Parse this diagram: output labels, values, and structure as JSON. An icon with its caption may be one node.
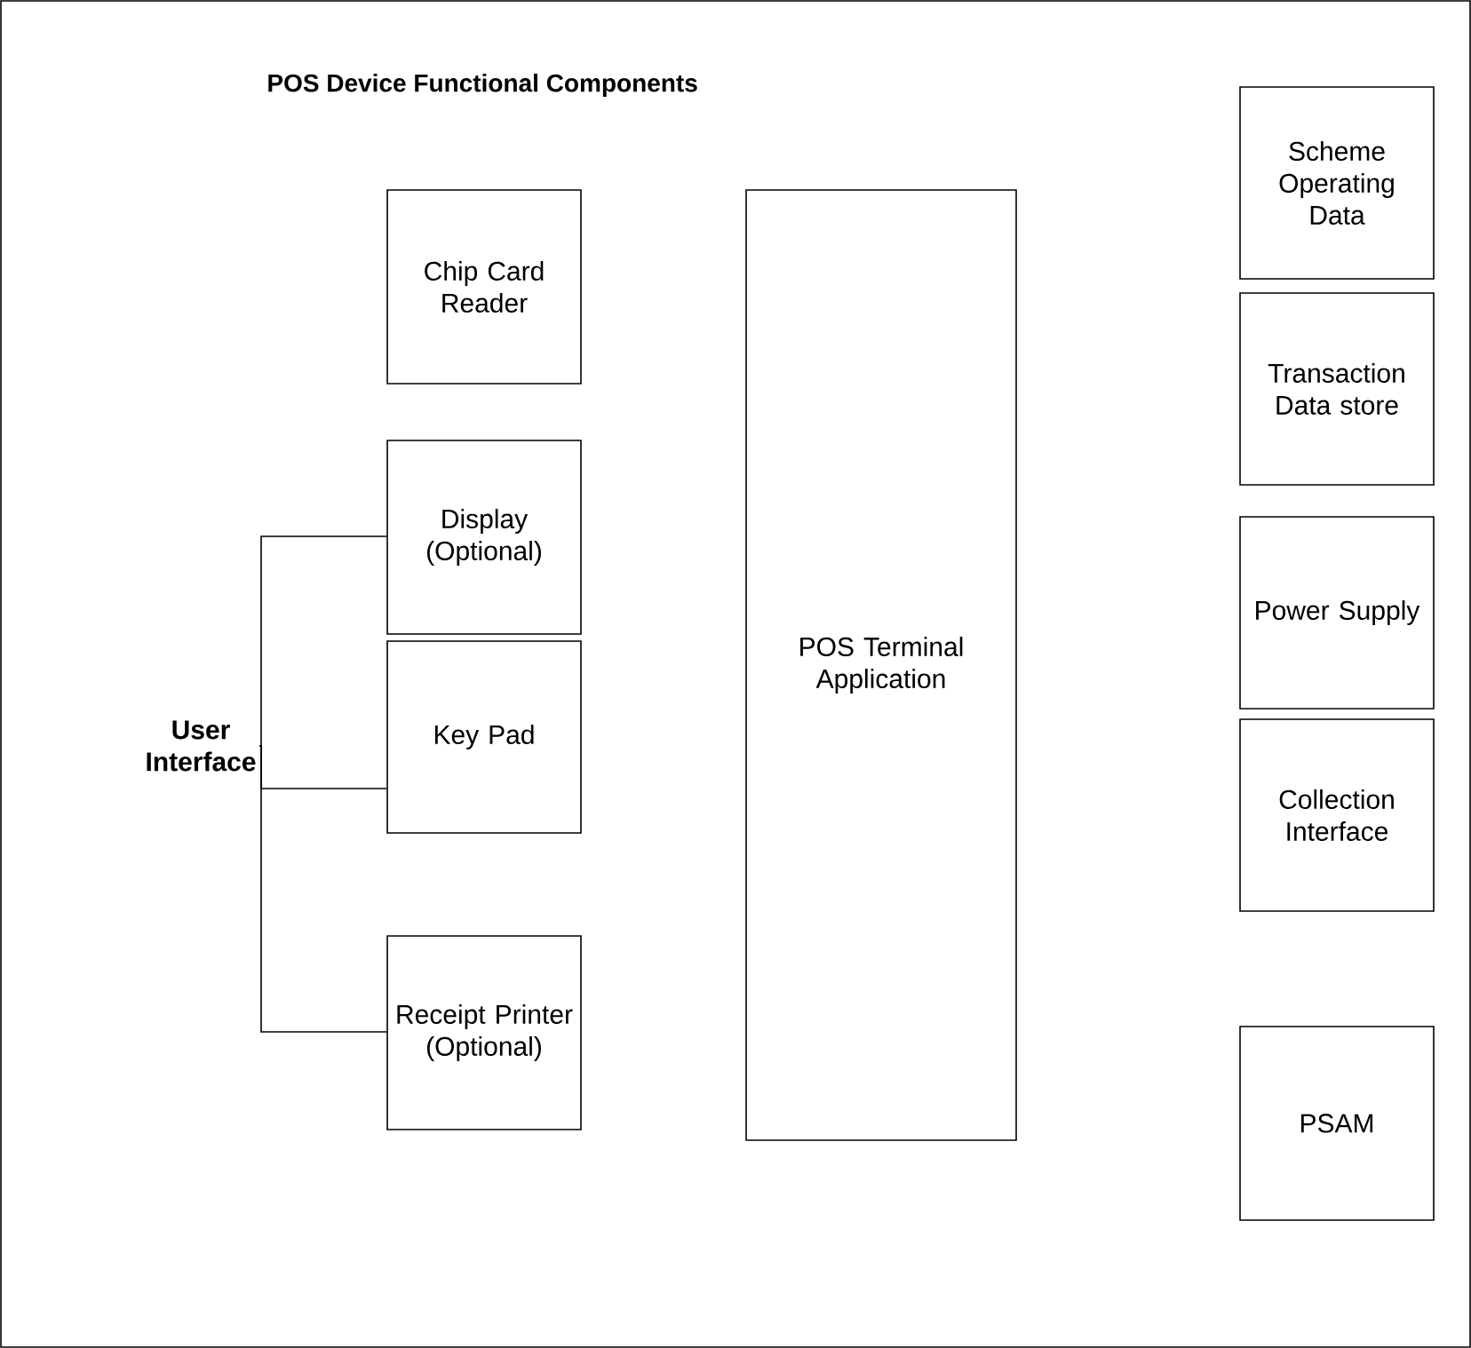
{
  "diagram": {
    "title": "POS Device Functional Components",
    "nodes": [
      {
        "text": [
          "Chip Card Reader"
        ]
      },
      {
        "text": [
          "Display (Optional)"
        ]
      },
      {
        "text": [
          "Key Pad"
        ]
      },
      {
        "text": [
          "Receipt Printer (Optional)"
        ]
      },
      {
        "text": [
          "POS Terminal Application"
        ]
      },
      {
        "text": [
          "Scheme Operating Data"
        ]
      },
      {
        "text": [
          "Transaction Data store"
        ]
      },
      {
        "text": [
          "Power Supply"
        ]
      },
      {
        "text": [
          "Collection Interface"
        ]
      },
      {
        "text": [
          "PSAM"
        ]
      },
      {
        "text": [
          "User Interface"
        ]
      }
    ],
    "edges": [
      {
        "from": 10,
        "to": 1,
        "arrow": "none"
      },
      {
        "from": 10,
        "to": 2,
        "arrow": "none"
      },
      {
        "from": 10,
        "to": 3,
        "arrow": "none"
      }
    ]
  }
}
